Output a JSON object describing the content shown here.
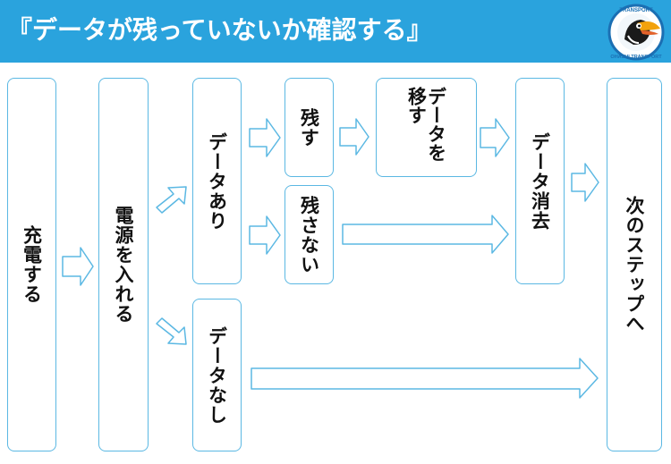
{
  "header": {
    "title": "『データが残っていないか確認する』",
    "background_color": "#2aa3dd",
    "logo": {
      "ring_text": "TRANSPORT OHASHI TRANSPORT",
      "icon": "toucan-logo-icon"
    }
  },
  "diagram": {
    "nodes": {
      "charge": "充電する",
      "power_on": "電源を入れる",
      "data_yes": "データあり",
      "data_no": "データなし",
      "keep": "残す",
      "not_keep": "残さない",
      "move_data": "データを移す",
      "erase_data": "データ消去",
      "next_step": "次のステップへ"
    },
    "edges": [
      [
        "charge",
        "power_on"
      ],
      [
        "power_on",
        "data_yes"
      ],
      [
        "power_on",
        "data_no"
      ],
      [
        "data_yes",
        "keep"
      ],
      [
        "data_yes",
        "not_keep"
      ],
      [
        "keep",
        "move_data"
      ],
      [
        "move_data",
        "erase_data"
      ],
      [
        "not_keep",
        "erase_data"
      ],
      [
        "erase_data",
        "next_step"
      ],
      [
        "data_no",
        "next_step"
      ]
    ],
    "border_color": "#5bb8e3"
  }
}
